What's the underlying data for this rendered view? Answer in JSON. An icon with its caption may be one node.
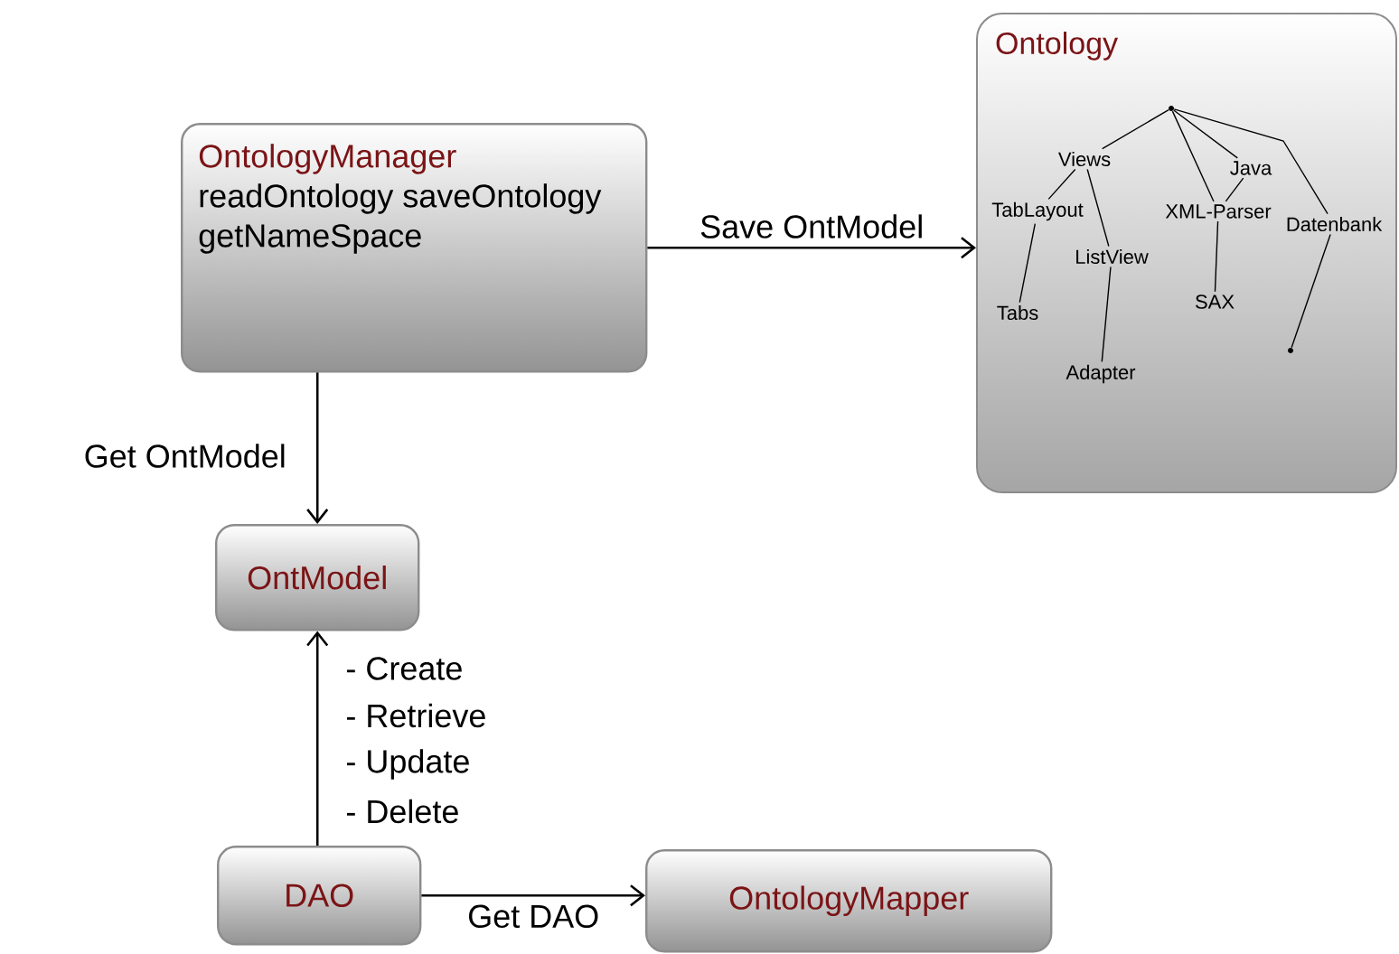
{
  "diagram": {
    "nodes": [
      {
        "text": [
          "OntologyManager",
          "readOntology saveOntology getNameSpace"
        ]
      },
      {
        "text": [
          "Ontology"
        ]
      },
      {
        "text": [],
        "shape": "circle",
        "in": 1
      },
      {
        "text": [
          "Views"
        ],
        "in": 1
      },
      {
        "text": [
          "Java"
        ],
        "in": 1
      },
      {
        "text": [
          "TabLayout"
        ],
        "in": 1
      },
      {
        "text": [
          "XML-Parser"
        ],
        "in": 1
      },
      {
        "text": [
          "Datenbank"
        ],
        "in": 1
      },
      {
        "text": [
          "ListView"
        ],
        "in": 1
      },
      {
        "text": [
          "SAX"
        ],
        "in": 1
      },
      {
        "text": [
          "Tabs"
        ],
        "in": 1
      },
      {
        "text": [],
        "shape": "circle",
        "in": 1
      },
      {
        "text": [
          "Adapter"
        ],
        "in": 1
      },
      {
        "text": [
          "OntModel"
        ]
      },
      {
        "text": [
          "DAO"
        ]
      },
      {
        "text": [
          "OntologyMapper"
        ]
      }
    ],
    "edges": [
      {
        "from": 0,
        "to": 1,
        "arrow": "to",
        "label": "Save OntModel"
      },
      {
        "from": 0,
        "to": 13,
        "arrow": "to",
        "label": "Get OntModel"
      },
      {
        "from": 14,
        "to": 13,
        "arrow": "to"
      },
      {
        "from": 14,
        "to": 15,
        "arrow": "to",
        "label": "Get DAO"
      },
      {
        "from": 2,
        "to": 3,
        "arrow": "none"
      },
      {
        "from": 2,
        "to": 6,
        "arrow": "none"
      },
      {
        "from": 2,
        "to": 4,
        "arrow": "none"
      },
      {
        "from": 2,
        "to": 7,
        "arrow": "none"
      },
      {
        "from": 4,
        "to": 6,
        "arrow": "none"
      },
      {
        "from": 3,
        "to": 5,
        "arrow": "none"
      },
      {
        "from": 3,
        "to": 8,
        "arrow": "none"
      },
      {
        "from": 5,
        "to": 10,
        "arrow": "none"
      },
      {
        "from": 8,
        "to": 12,
        "arrow": "none"
      },
      {
        "from": 6,
        "to": 9,
        "arrow": "none"
      },
      {
        "from": 7,
        "to": 11,
        "arrow": "none"
      }
    ],
    "labels": [
      "- Create",
      "- Retrieve",
      "- Update",
      "- Delete"
    ]
  }
}
